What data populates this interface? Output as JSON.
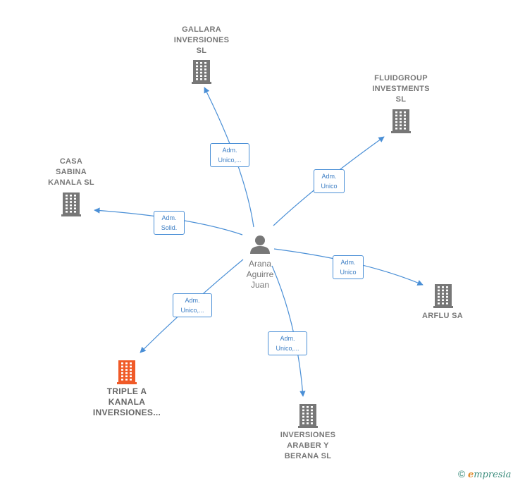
{
  "center": {
    "name": "Arana\nAguirre\nJuan",
    "icon": "person-icon"
  },
  "companies": [
    {
      "id": "gallara",
      "label": "GALLARA\nINVERSIONES\nSL",
      "role": "Adm.\nUnico,...",
      "highlight": false
    },
    {
      "id": "fluidgroup",
      "label": "FLUIDGROUP\nINVESTMENTS\nSL",
      "role": "Adm.\nUnico",
      "highlight": false
    },
    {
      "id": "casa-sabina",
      "label": "CASA\nSABINA\nKANALA  SL",
      "role": "Adm.\nSolid.",
      "highlight": false
    },
    {
      "id": "arflu",
      "label": "ARFLU SA",
      "role": "Adm.\nUnico",
      "highlight": false
    },
    {
      "id": "triple-a",
      "label": "TRIPLE A\nKANALA\nINVERSIONES...",
      "role": "Adm.\nUnico,...",
      "highlight": true
    },
    {
      "id": "inversiones-araber",
      "label": "INVERSIONES\nARABER Y\nBERANA SL",
      "role": "Adm.\nUnico,...",
      "highlight": false
    }
  ],
  "colors": {
    "edge": "#4a8fd6",
    "company": "#777777",
    "highlight": "#f05a28",
    "person": "#777777"
  },
  "footer": {
    "copyright_symbol": "©",
    "brand_first": "e",
    "brand_rest": "mpresia"
  }
}
